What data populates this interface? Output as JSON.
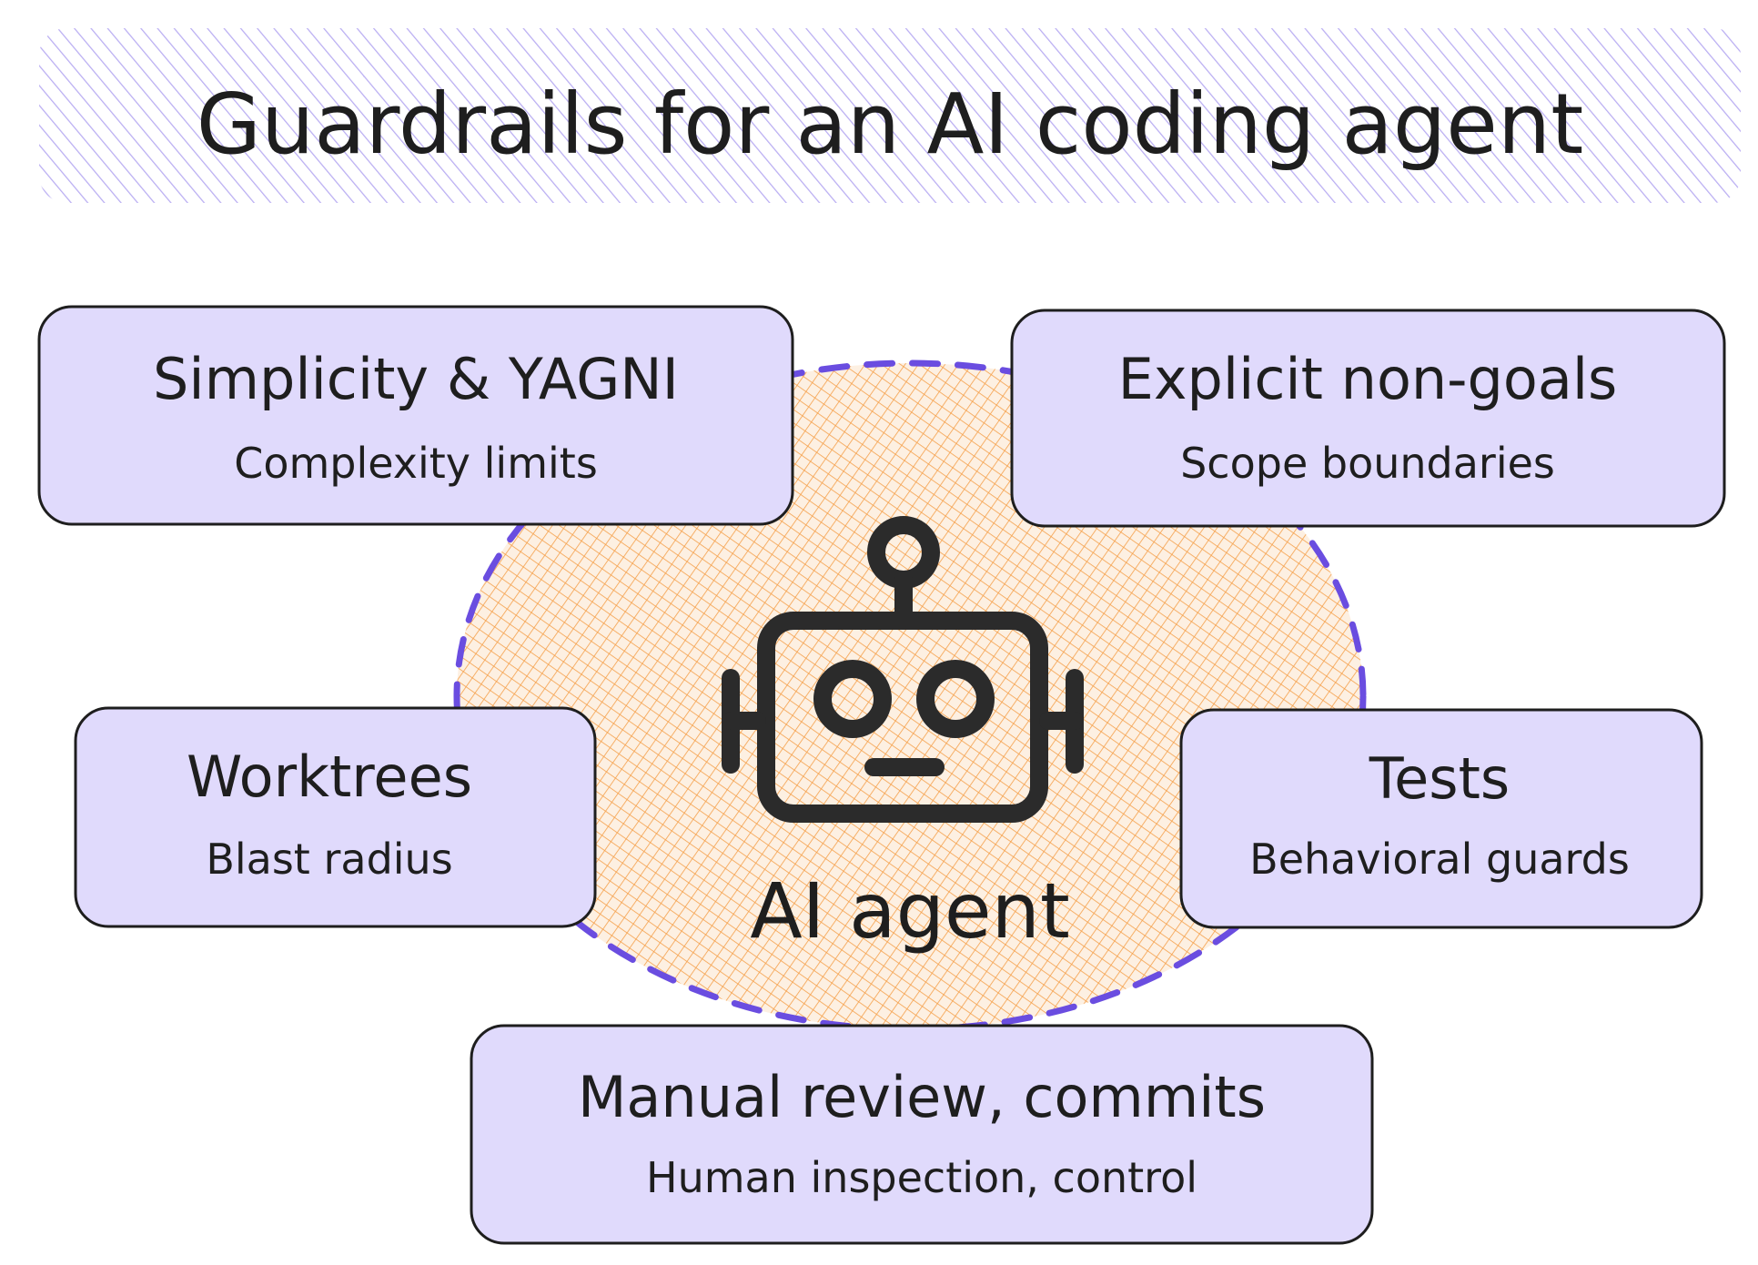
{
  "title": "Guardrails for an AI coding agent",
  "center": {
    "label": "AI agent",
    "icon": "robot-icon"
  },
  "boxes": [
    {
      "title": "Simplicity & YAGNI",
      "subtitle": "Complexity limits"
    },
    {
      "title": "Explicit non-goals",
      "subtitle": "Scope boundaries"
    },
    {
      "title": "Worktrees",
      "subtitle": "Blast radius"
    },
    {
      "title": "Tests",
      "subtitle": "Behavioral guards"
    },
    {
      "title": "Manual review, commits",
      "subtitle": "Human inspection, control"
    }
  ],
  "colors": {
    "box_fill": "#e0dafc",
    "hatch": "#f5a04a",
    "dash": "#6a4de0",
    "title_hatch": "#b9adf2"
  }
}
